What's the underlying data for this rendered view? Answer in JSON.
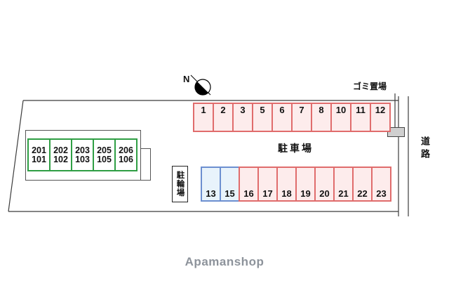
{
  "brand": "Apamanshop",
  "compass": {
    "label": "N"
  },
  "labels": {
    "garbage": "ゴミ置場",
    "parking": "駐車場",
    "bicycle": "駐輪場",
    "road": "道路"
  },
  "parking": {
    "top_row": [
      "1",
      "2",
      "3",
      "5",
      "6",
      "7",
      "8",
      "10",
      "11",
      "12"
    ],
    "bottom_row": [
      "13",
      "15",
      "16",
      "17",
      "18",
      "19",
      "20",
      "21",
      "22",
      "23"
    ],
    "blue_spaces": [
      "13",
      "15"
    ]
  },
  "building": {
    "units": [
      {
        "upper": "201",
        "lower": "101"
      },
      {
        "upper": "202",
        "lower": "102"
      },
      {
        "upper": "203",
        "lower": "103"
      },
      {
        "upper": "205",
        "lower": "105"
      },
      {
        "upper": "206",
        "lower": "106"
      }
    ]
  },
  "colors": {
    "parking_border": "#e06c6c",
    "parking_fill": "#fdecec",
    "blue_border": "#6c8fd0",
    "blue_fill": "#e8f3fb",
    "building_border": "#2f9e44",
    "boundary_line": "#3c3c3c",
    "brand_gray": "#8d939b"
  }
}
